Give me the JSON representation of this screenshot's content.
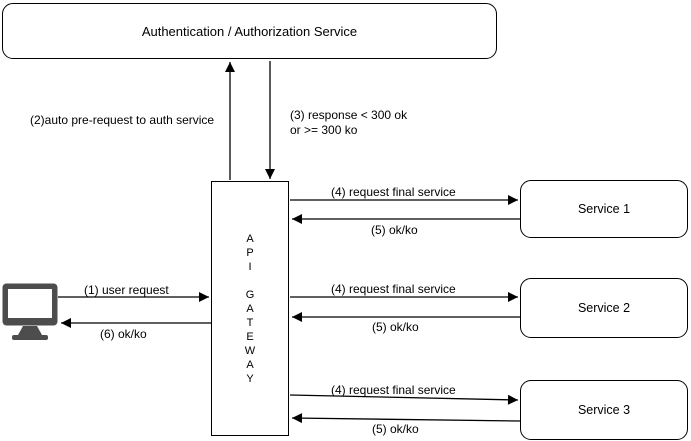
{
  "diagram": {
    "auth_service": {
      "label": "Authentication / Authorization Service"
    },
    "gateway": {
      "vertical_label": "A\nP\nI\n\nG\nA\nT\nE\nW\nA\nY"
    },
    "services": [
      {
        "label": "Service 1"
      },
      {
        "label": "Service 2"
      },
      {
        "label": "Service 3"
      }
    ],
    "client": {
      "icon": "monitor-icon"
    },
    "edges": {
      "user_request": "(1) user request",
      "pre_request": "(2)auto pre-request to auth service",
      "auth_response": "(3) response < 300 ok\nor >= 300 ko",
      "client_response": "(6) ok/ko"
    },
    "service_links": [
      {
        "request": "(4) request final service",
        "response": "(5) ok/ko"
      },
      {
        "request": "(4) request final service",
        "response": "(5) ok/ko"
      },
      {
        "request": "(4) request final service",
        "response": "(5) ok/ko"
      }
    ],
    "colors": {
      "stroke": "#000000",
      "monitor": "#4d4d4d",
      "background": "#ffffff"
    }
  }
}
